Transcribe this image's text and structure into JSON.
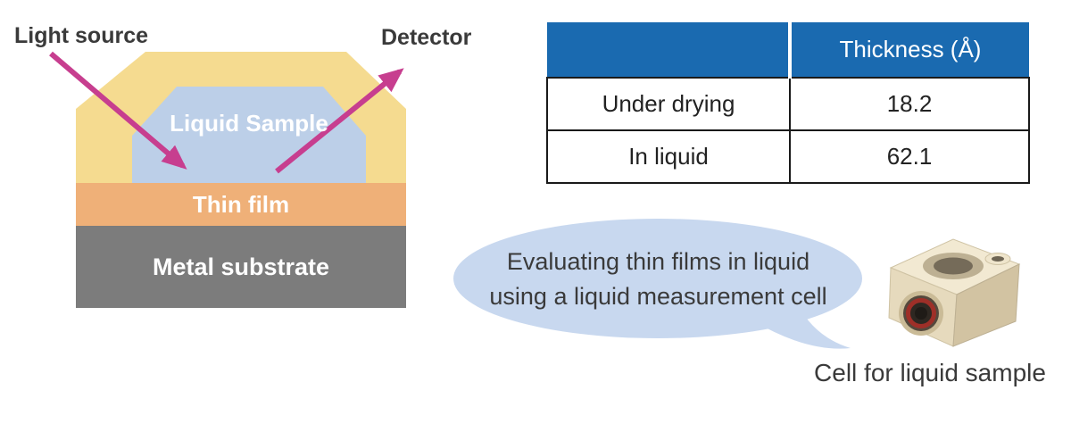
{
  "colors": {
    "cell_yellow": "#f5db90",
    "liquid_blue": "#bccfe8",
    "film_orange": "#efb078",
    "substrate_gray": "#7c7c7c",
    "arrow_magenta": "#c73e8f",
    "table_header_blue": "#1a6ab0",
    "bubble_blue": "#c8d8ef",
    "text_dark": "#3a3a3a"
  },
  "diagram": {
    "light_source_label": "Light source",
    "detector_label": "Detector",
    "liquid_sample_label": "Liquid Sample",
    "thin_film_label": "Thin film",
    "metal_substrate_label": "Metal substrate"
  },
  "table": {
    "header": {
      "col1": "",
      "col2": "Thickness (Å)"
    },
    "rows": [
      {
        "label": "Under drying",
        "value": "18.2"
      },
      {
        "label": "In liquid",
        "value": "62.1"
      }
    ]
  },
  "bubble": {
    "line1": "Evaluating thin films in liquid",
    "line2": "using a liquid measurement cell"
  },
  "cell_photo": {
    "caption": "Cell for liquid sample"
  }
}
